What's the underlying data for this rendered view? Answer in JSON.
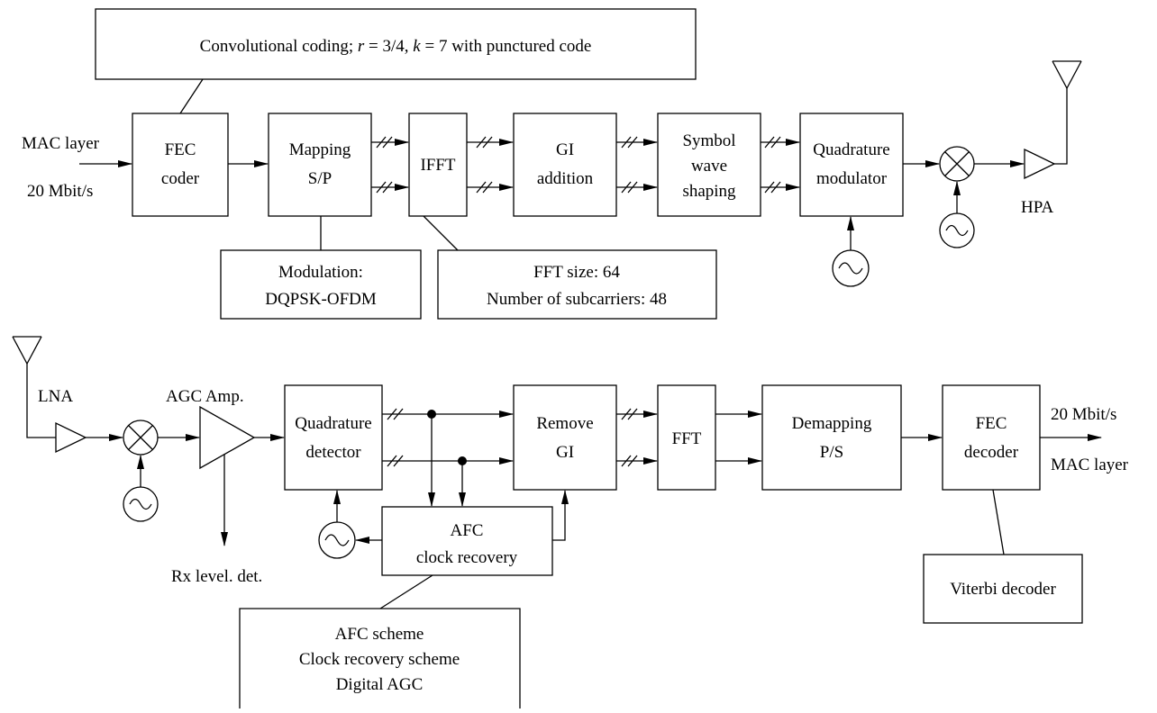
{
  "transmitter": {
    "coding_note": {
      "prefix": "Convolutional coding; ",
      "r": "r",
      "r_val": " = 3/4, ",
      "k": "k",
      "k_val": " = 7 with punctured code"
    },
    "input_label_1": "MAC layer",
    "input_label_2": "20 Mbit/s",
    "fec_coder": [
      "FEC",
      "coder"
    ],
    "mapping": [
      "Mapping",
      "S/P"
    ],
    "ifft": "IFFT",
    "gi_addition": [
      "GI",
      "addition"
    ],
    "symbol_shaping": [
      "Symbol",
      "wave",
      "shaping"
    ],
    "quad_modulator": [
      "Quadrature",
      "modulator"
    ],
    "hpa": "HPA",
    "modulation_note": [
      "Modulation:",
      "DQPSK-OFDM"
    ],
    "fft_note": [
      "FFT size: 64",
      "Number of subcarriers: 48"
    ]
  },
  "receiver": {
    "lna": "LNA",
    "agc_amp": "AGC Amp.",
    "rx_level": "Rx level. det.",
    "quad_detector": [
      "Quadrature",
      "detector"
    ],
    "remove_gi": [
      "Remove",
      "GI"
    ],
    "fft": "FFT",
    "demapping": [
      "Demapping",
      "P/S"
    ],
    "fec_decoder": [
      "FEC",
      "decoder"
    ],
    "output_label_1": "20 Mbit/s",
    "output_label_2": "MAC layer",
    "afc_block": [
      "AFC",
      "clock recovery"
    ],
    "afc_note": [
      "AFC scheme",
      "Clock recovery scheme",
      "Digital AGC"
    ],
    "viterbi": "Viterbi decoder"
  }
}
